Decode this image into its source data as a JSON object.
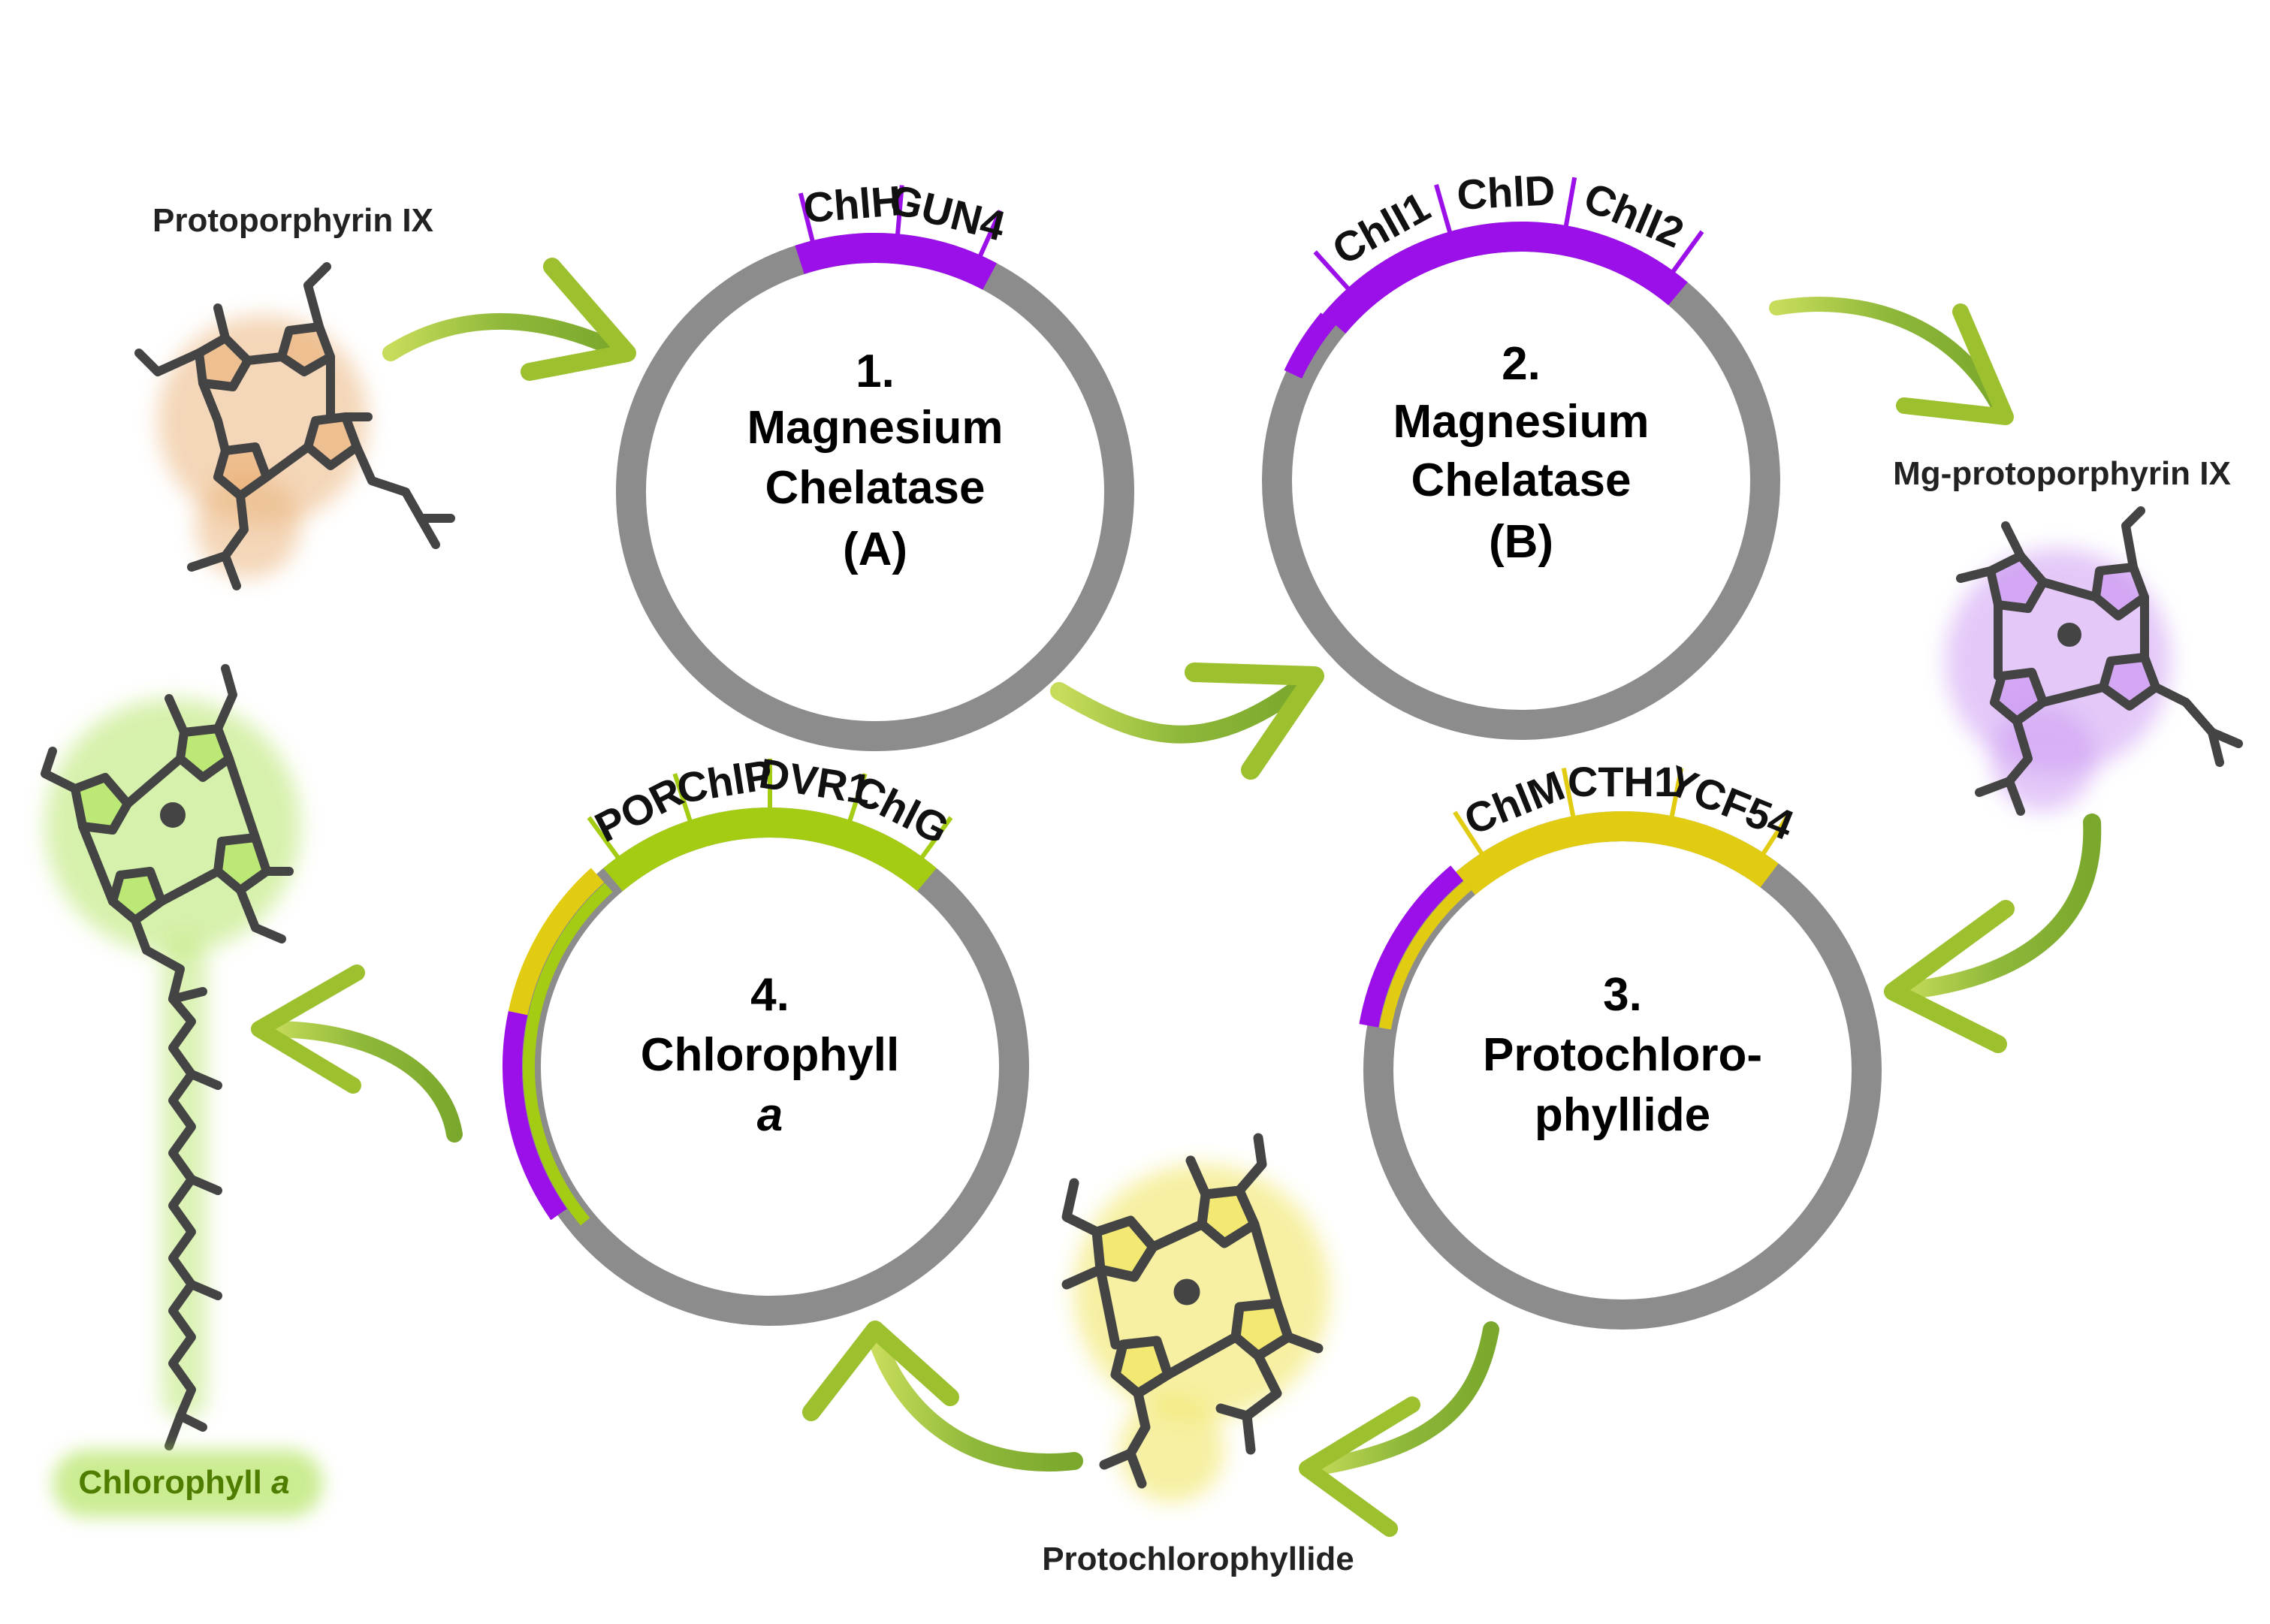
{
  "molecules": {
    "protoporphyrin": "Protoporphyrin IX",
    "mg_protoporphyrin": "Mg-protoporphyrin IX",
    "protochlorophyllide": "Protochlorophyllide",
    "chlorophyll_a_main": "Chlorophyll ",
    "chlorophyll_a_italic": "a"
  },
  "steps": [
    {
      "lines": [
        "1.",
        "Magnesium",
        "Chelatase",
        "(A)"
      ],
      "italic_last": false,
      "segments": [
        "ChlH",
        "GUN4"
      ]
    },
    {
      "lines": [
        "2.",
        "Magnesium",
        "Chelatase",
        "(B)"
      ],
      "italic_last": false,
      "segments": [
        "ChlI1",
        "ChlD",
        "ChlI2"
      ]
    },
    {
      "lines": [
        "3.",
        "Protochloro-",
        "phyllide"
      ],
      "italic_last": false,
      "segments": [
        "ChlM",
        "CTH1",
        "YCF54"
      ]
    },
    {
      "lines": [
        "4.",
        "Chlorophyll",
        "a"
      ],
      "italic_last": true,
      "segments": [
        "POR",
        "ChlP",
        "DVR1",
        "ChlG"
      ]
    }
  ],
  "colors": {
    "ring": "#8c8c8c",
    "purple": "#9b10e8",
    "yellow": "#e2cc12",
    "green": "#a4cc12",
    "arrow": "#a8c832",
    "protoporphyrin_glow": "#e8a868",
    "mg_glow": "#c58bf0",
    "pchlide_glow": "#efe14a",
    "chl_glow": "#a8e04a",
    "chl_text": "#4f7d00"
  }
}
